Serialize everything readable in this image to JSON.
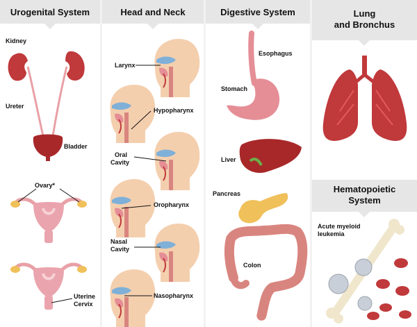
{
  "panels": {
    "urogenital": {
      "title": "Urogenital System",
      "labels": {
        "kidney": "Kidney",
        "ureter": "Ureter",
        "bladder": "Bladder",
        "ovary": "Ovary*",
        "uterine_cervix_1": "Uterine",
        "uterine_cervix_2": "Cervix"
      }
    },
    "head_neck": {
      "title": "Head and Neck",
      "labels": {
        "larynx": "Larynx",
        "hypopharynx": "Hypopharynx",
        "oral_cavity_1": "Oral",
        "oral_cavity_2": "Cavity",
        "oropharynx": "Oropharynx",
        "nasal_cavity_1": "Nasal",
        "nasal_cavity_2": "Cavity",
        "nasopharynx": "Nasopharynx"
      }
    },
    "digestive": {
      "title": "Digestive System",
      "labels": {
        "esophagus": "Esophagus",
        "stomach": "Stomach",
        "liver": "Liver",
        "pancreas": "Pancreas",
        "colon": "Colon"
      }
    },
    "lung": {
      "title_1": "Lung",
      "title_2": "and Bronchus"
    },
    "hematopoietic": {
      "title_1": "Hematopoietic",
      "title_2": "System",
      "labels": {
        "aml_1": "Acute myeloid",
        "aml_2": "leukemia"
      }
    }
  },
  "colors": {
    "header_bg": "#e6e6e6",
    "organ_red": "#c0393b",
    "organ_pink": "#e9a0a6",
    "skin": "#f4cfae",
    "liver": "#a8282a",
    "pancreas": "#f0c05a",
    "bone": "#efe6cc"
  }
}
